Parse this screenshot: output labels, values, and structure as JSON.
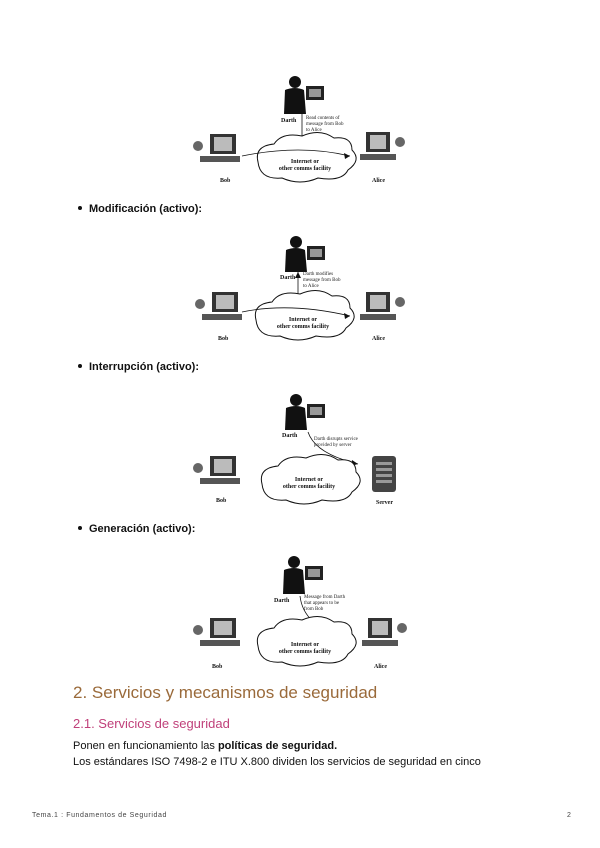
{
  "figures": [
    {
      "name": "figure-interception",
      "darth": "Darth",
      "note": [
        "Read contents of",
        "message from Bob",
        "to Alice"
      ],
      "cloud": [
        "Internet or",
        "other comms facility"
      ],
      "left": "Bob",
      "right": "Alice"
    },
    {
      "name": "figure-modification",
      "darth": "Darth",
      "note": [
        "Darth modifies",
        "message from Bob",
        "to Alice"
      ],
      "cloud": [
        "Internet or",
        "other comms facility"
      ],
      "left": "Bob",
      "right": "Alice"
    },
    {
      "name": "figure-interruption",
      "darth": "Darth",
      "note": [
        "Darth disrupts service",
        "provided by server"
      ],
      "cloud": [
        "Internet or",
        "other comms facility"
      ],
      "left": "Bob",
      "right": "Server"
    },
    {
      "name": "figure-generation",
      "darth": "Darth",
      "note": [
        "Message from Darth",
        "that appears to be",
        "from Bob"
      ],
      "cloud": [
        "Internet or",
        "other comms facility"
      ],
      "left": "Bob",
      "right": "Alice"
    }
  ],
  "bullets": {
    "modificacion": "Modificación (activo):",
    "interrupcion": "Interrupción (activo):",
    "generacion": "Generación (activo):"
  },
  "section": {
    "title": "2. Servicios y mecanismos de seguridad",
    "subtitle": "2.1. Servicios de seguridad",
    "p1_pre": "Ponen en funcionamiento las ",
    "p1_bold": "políticas de seguridad.",
    "p2": "Los estándares ISO 7498-2 e ITU X.800 dividen los servicios de seguridad en cinco"
  },
  "footer": {
    "left": "Tema.1 : Fundamentos de Seguridad",
    "page": "2"
  }
}
